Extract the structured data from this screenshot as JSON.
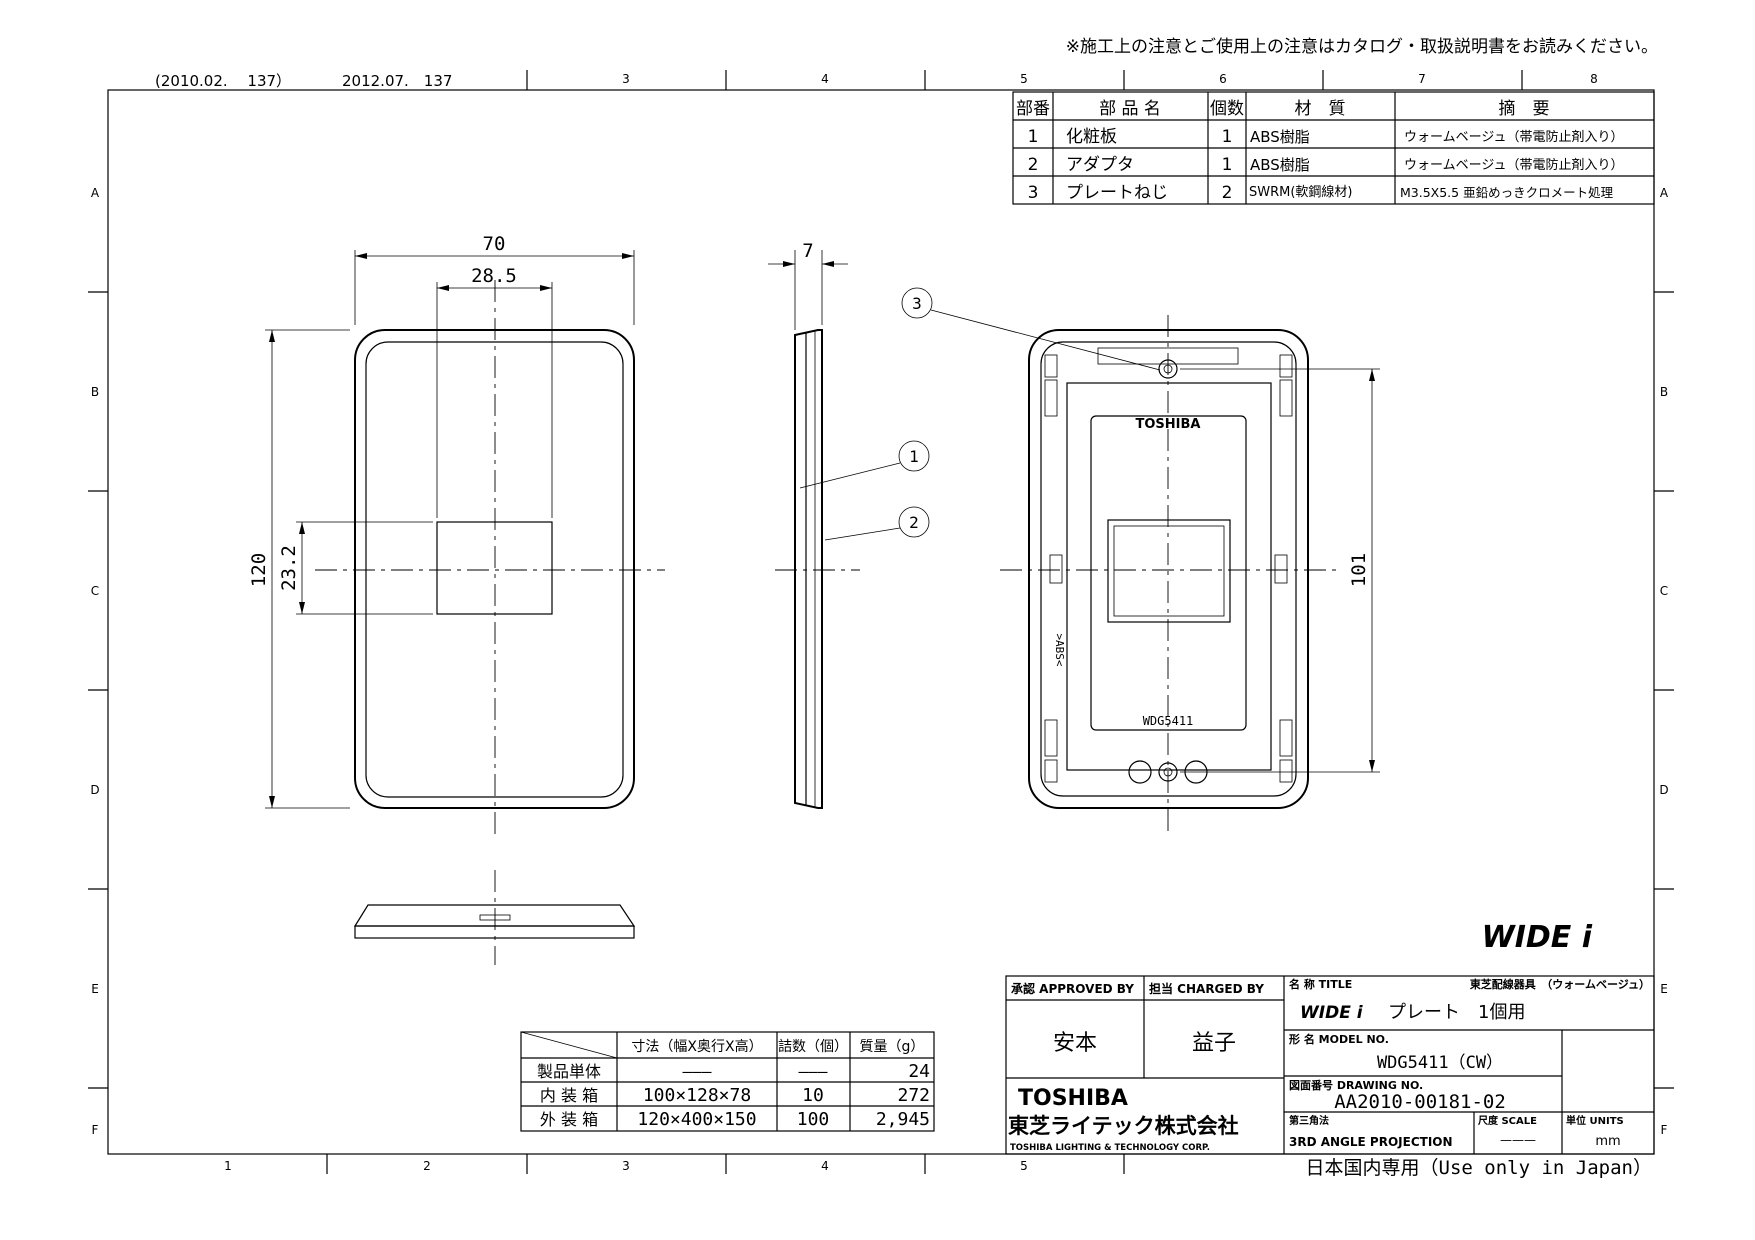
{
  "top_note": "※施工上の注意とご使用上の注意はカタログ・取扱説明書をお読みください。",
  "revision": {
    "first": "(2010.02.　 137）",
    "second": "2012.07.　137"
  },
  "grid": {
    "top_cols": [
      "3",
      "4",
      "5",
      "6",
      "7",
      "8"
    ],
    "bottom_cols": [
      "1",
      "2",
      "3",
      "4",
      "5"
    ],
    "rows": [
      "A",
      "B",
      "C",
      "D",
      "E",
      "F"
    ]
  },
  "parts_table": {
    "headers": [
      "部番",
      "部 品 名",
      "個数",
      "材　質",
      "摘　要"
    ],
    "rows": [
      [
        "1",
        "化粧板",
        "1",
        "ABS樹脂",
        "ウォームベージュ（帯電防止剤入り）"
      ],
      [
        "2",
        "アダプタ",
        "1",
        "ABS樹脂",
        "ウォームベージュ（帯電防止剤入り）"
      ],
      [
        "3",
        "プレートねじ",
        "2",
        "SWRM(軟鋼線材)",
        "M3.5X5.5 亜鉛めっきクロメート処理"
      ]
    ]
  },
  "dims": {
    "width": "70",
    "opening_width": "28.5",
    "height": "120",
    "opening_height": "23.2",
    "depth": "7",
    "screw_pitch": "101"
  },
  "callouts": [
    "1",
    "2",
    "3"
  ],
  "rear_view": {
    "brand": "TOSHIBA",
    "model": "WDG5411",
    "material": ">ABS<"
  },
  "brand_logo": "WIDE i",
  "packing_table": {
    "headers": [
      "",
      "寸法（幅X奥行X高）",
      "詰数（個）",
      "質量（g）"
    ],
    "rows": [
      [
        "製品単体",
        "———",
        "———",
        "24"
      ],
      [
        "内 装 箱",
        "100×128×78",
        "10",
        "272"
      ],
      [
        "外 装 箱",
        "120×400×150",
        "100",
        "2,945"
      ]
    ]
  },
  "title_block": {
    "approved_label": "承認 APPROVED BY",
    "approved_name": "安本",
    "charged_label": "担当 CHARGED BY",
    "charged_name": "益子",
    "title_label": "名 称 TITLE",
    "title_category": "東芝配線器具　（ウォームベージュ）",
    "title_logo": "WIDE i",
    "title_text": "プレート　1個用",
    "model_label": "形 名 MODEL NO.",
    "model_value": "WDG5411（CW）",
    "drawing_label": "図面番号 DRAWING NO.",
    "drawing_value": "AA2010-00181-02",
    "company_en": "TOSHIBA",
    "company_jp": "東芝ライテック株式会社",
    "company_full": "TOSHIBA LIGHTING & TECHNOLOGY CORP.",
    "projection_label": "第三角法",
    "projection_value": "3RD ANGLE PROJECTION",
    "scale_label": "尺度 SCALE",
    "scale_value": "———",
    "units_label": "単位 UNITS",
    "units_value": "mm"
  },
  "footer_note": "日本国内専用（Use only in Japan）"
}
